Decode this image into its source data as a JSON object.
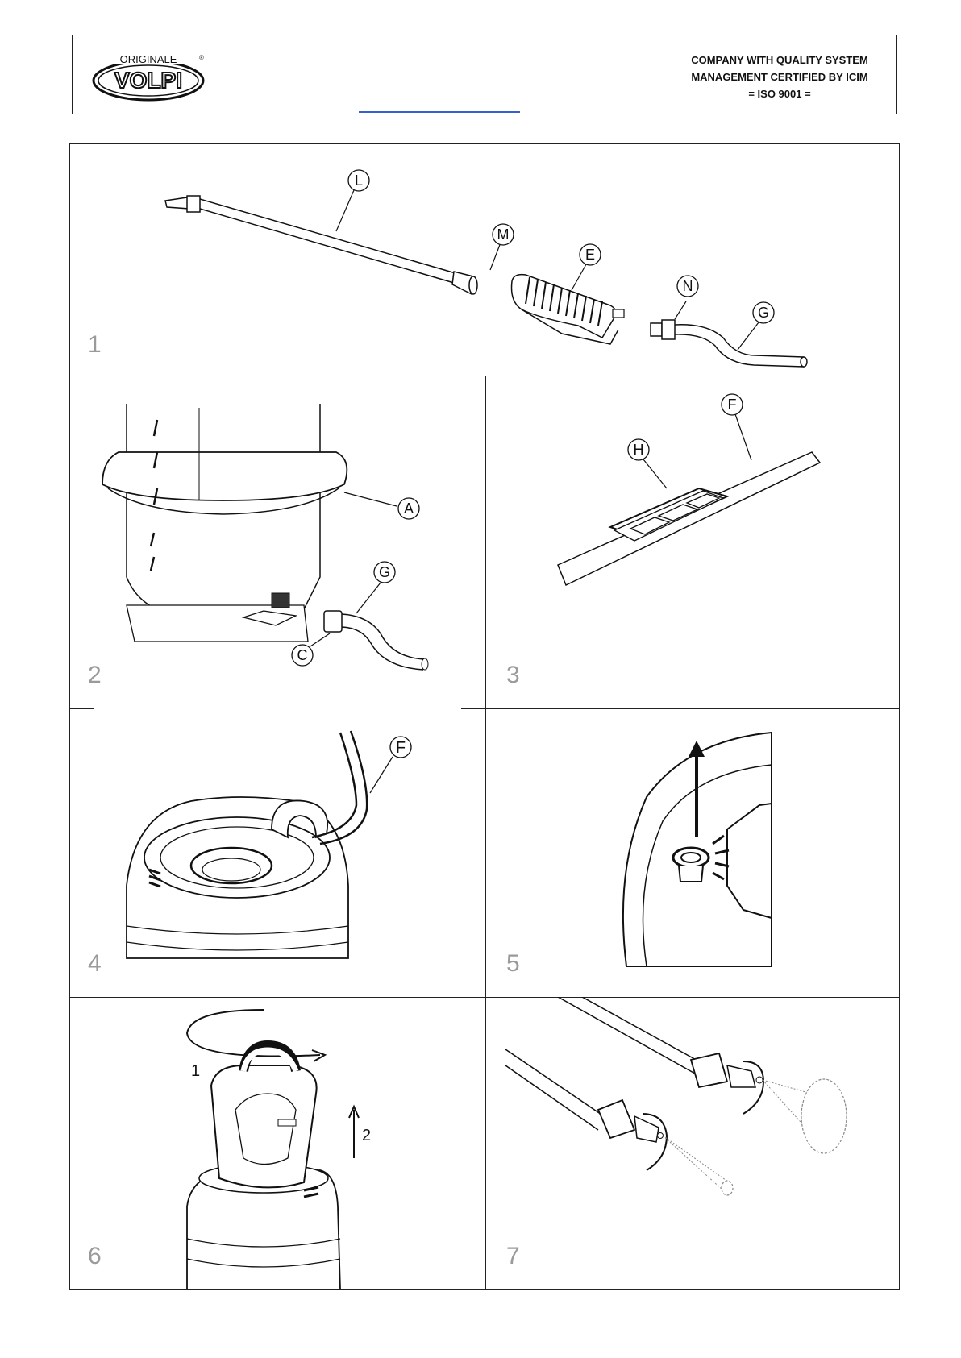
{
  "header": {
    "logo_top": "ORIGINALE",
    "logo_main": "VOLPI",
    "logo_mark": "®",
    "cert_line1": "COMPANY WITH QUALITY SYSTEM",
    "cert_line2": "MANAGEMENT CERTIFIED BY ICIM",
    "cert_line3": "= ISO 9001 ="
  },
  "panels": [
    {
      "number": "1",
      "labels": [
        "L",
        "M",
        "E",
        "N",
        "G"
      ]
    },
    {
      "number": "2",
      "labels": [
        "A",
        "G",
        "C"
      ]
    },
    {
      "number": "3",
      "labels": [
        "F",
        "H"
      ]
    },
    {
      "number": "4",
      "labels": [
        "F"
      ]
    },
    {
      "number": "5",
      "labels": []
    },
    {
      "number": "6",
      "labels": [
        "1",
        "2"
      ]
    },
    {
      "number": "7",
      "labels": []
    }
  ]
}
